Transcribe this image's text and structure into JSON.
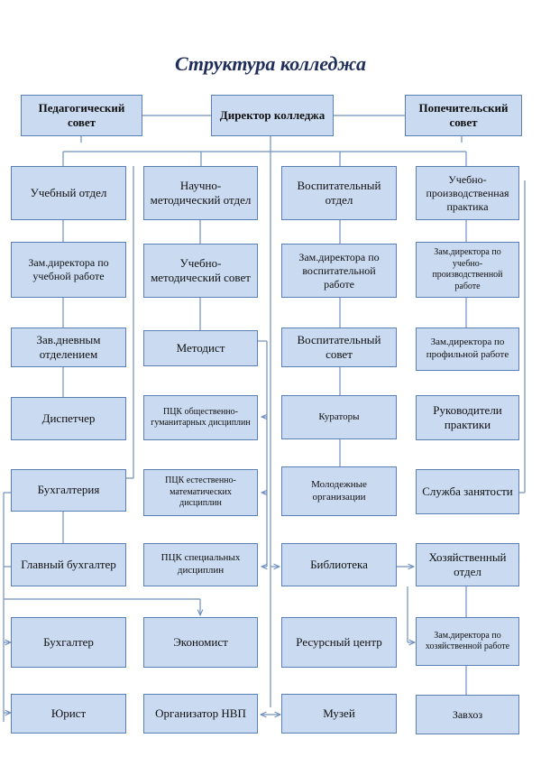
{
  "title": "Структура колледжа",
  "top": {
    "ped": "Педагогический совет",
    "dir": "Директор колледжа",
    "pop": "Попечительский совет"
  },
  "col1": [
    "Учебный отдел",
    "Зам.директора по учебной работе",
    "Зав.дневным отделением",
    "Диспетчер",
    "Бухгалтерия",
    "Главный бухгалтер",
    "Бухгалтер",
    "Юрист"
  ],
  "col2": [
    "Научно-методический отдел",
    "Учебно-методический совет",
    "Методист",
    "ПЦК общественно-гуманитарных дисциплин",
    "ПЦК естественно-математических дисциплин",
    "ПЦК специальных дисциплин",
    "Экономист",
    "Организатор НВП"
  ],
  "col3": [
    "Воспитательный отдел",
    "Зам.директора по воспитательной работе",
    "Воспитательный совет",
    "Кураторы",
    "Молодежные организации",
    "Библиотека",
    "Ресурсный центр",
    "Музей"
  ],
  "col4": [
    "Учебно-производственная практика",
    "Зам.директора по учебно-производственной работе",
    "Зам.директора по профильной работе",
    "Руководители практики",
    "Служба занятости",
    "Хозяйственный отдел",
    "Зам.директора по хозяйственной работе",
    "Завхоз"
  ],
  "colors": {
    "box_fill": "#c9daf1",
    "box_border": "#5a7fb5",
    "line": "#6f8fbf",
    "title": "#1f2d5a"
  }
}
